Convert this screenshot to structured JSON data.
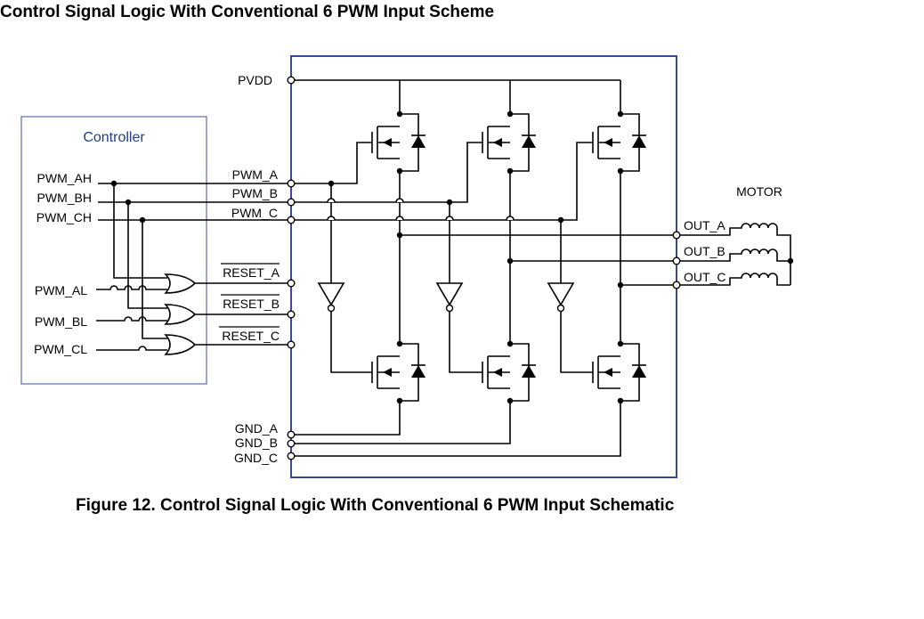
{
  "heading": "Control Signal Logic With Conventional 6 PWM Input Scheme",
  "caption": "Figure 12.  Control Signal Logic With Conventional 6 PWM Input Schematic",
  "controller": {
    "title": "Controller",
    "high_inputs": [
      "PWM_AH",
      "PWM_BH",
      "PWM_CH"
    ],
    "low_inputs": [
      "PWM_AL",
      "PWM_BL",
      "PWM_CL"
    ]
  },
  "driver": {
    "supply": "PVDD",
    "pwm_pins": [
      "PWM_A",
      "PWM_B",
      "PWM_C"
    ],
    "reset_pins": [
      "RESET_A",
      "RESET_B",
      "RESET_C"
    ],
    "ground_pins": [
      "GND_A",
      "GND_B",
      "GND_C"
    ],
    "output_pins": [
      "OUT_A",
      "OUT_B",
      "OUT_C"
    ]
  },
  "motor_label": "MOTOR",
  "colors": {
    "frame": "#3a4a9a",
    "controller_title": "#1f3d8a",
    "wire": "#000000"
  }
}
